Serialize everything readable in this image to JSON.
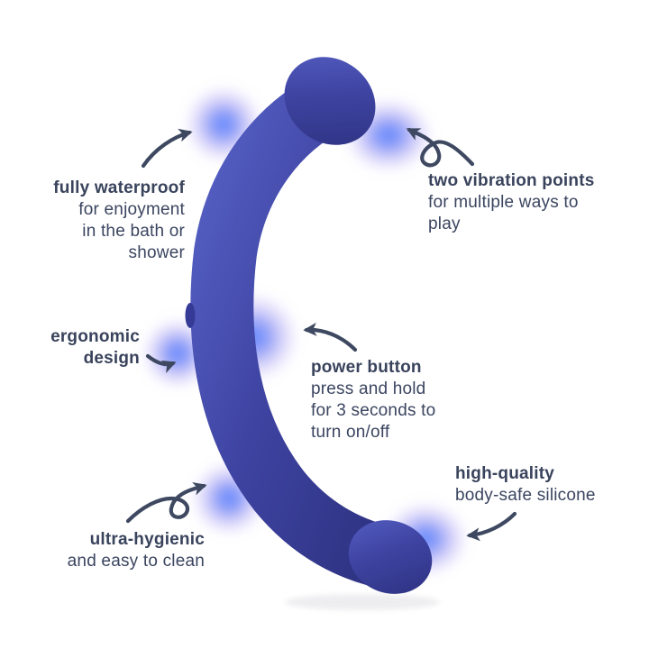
{
  "figure": {
    "type": "product-feature-diagram",
    "background_color": "#ffffff",
    "text_color": "#3b4560",
    "arrow_color": "#3e4961",
    "product": {
      "description": "curved c-shaped silicone massager with bulbous tips",
      "body_color": "#3e43a1",
      "body_highlight_color": "#5560c4",
      "body_shadow_color": "#2d317f",
      "glow_core_color": "#4a79ff",
      "glow_halo_color": "#a89af2"
    }
  },
  "annotations": {
    "waterproof": {
      "heading": "fully waterproof",
      "line1": "for enjoyment",
      "line2": "in the bath or",
      "line3": "shower"
    },
    "vibration": {
      "heading": "two vibration points",
      "line1": "for multiple ways to",
      "line2": "play"
    },
    "ergonomic": {
      "heading_line1": "ergonomic",
      "heading_line2": "design"
    },
    "power": {
      "heading": "power button",
      "line1": "press and hold",
      "line2": "for 3 seconds to",
      "line3": "turn on/off"
    },
    "quality": {
      "heading": "high-quality",
      "line1": "body-safe silicone"
    },
    "hygienic": {
      "heading": "ultra-hygienic",
      "line1": "and easy to clean"
    }
  }
}
